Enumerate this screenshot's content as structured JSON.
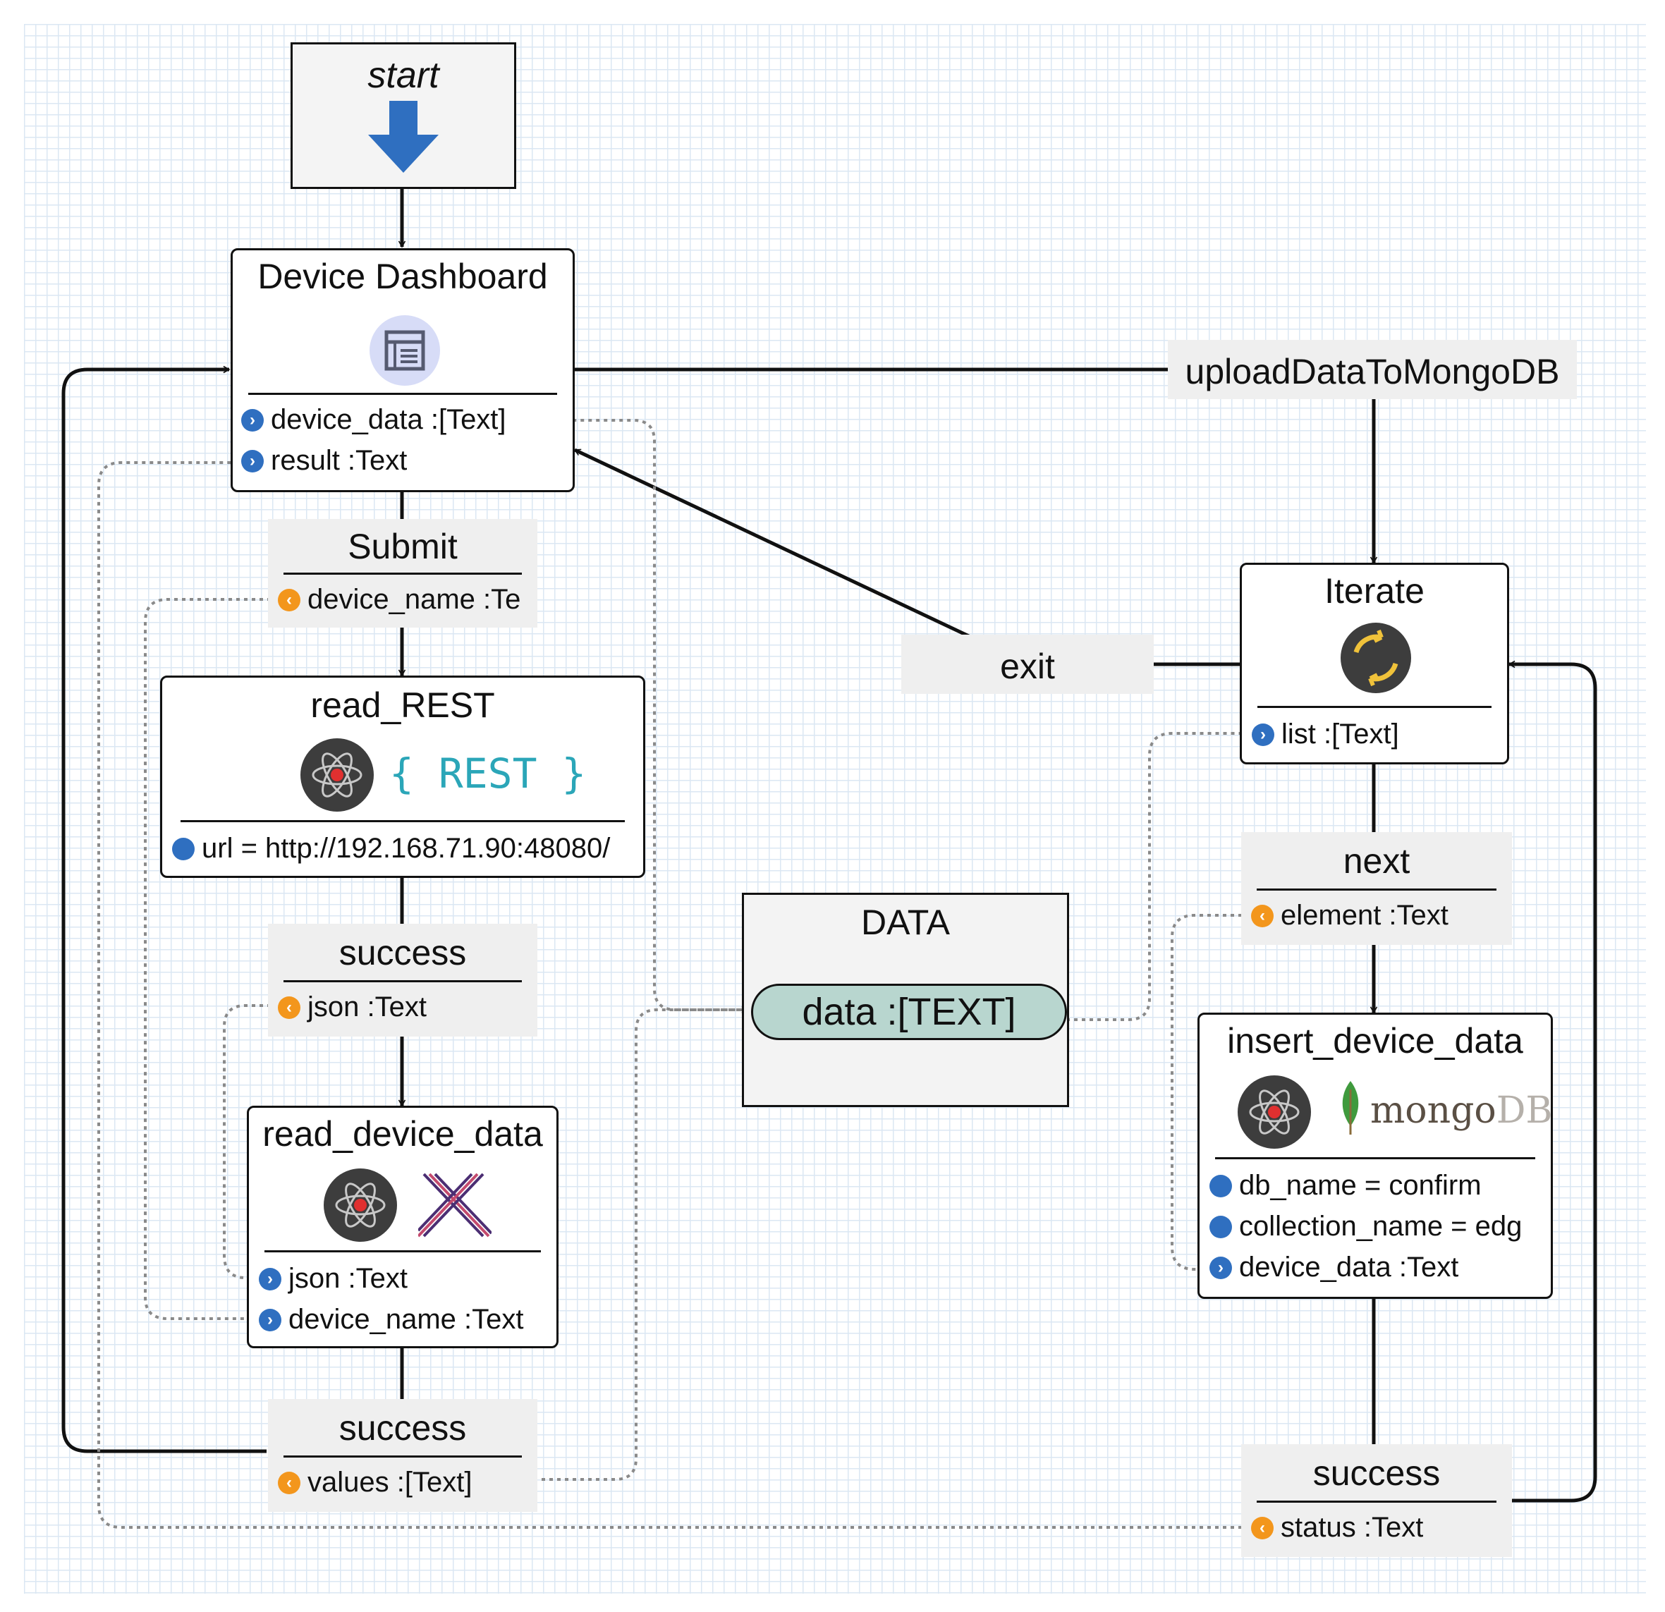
{
  "start": {
    "label": "start"
  },
  "nodes": {
    "device_dashboard": {
      "title": "Device Dashboard",
      "ports": [
        "device_data :[Text]",
        "result :Text"
      ]
    },
    "read_rest": {
      "title": "read_REST",
      "logo_text": "{ REST }",
      "props": [
        "url = http://192.168.71.90:48080/"
      ]
    },
    "read_device_data": {
      "title": "read_device_data",
      "ports": [
        "json :Text",
        "device_name :Text"
      ]
    },
    "iterate": {
      "title": "Iterate",
      "ports": [
        "list :[Text]"
      ]
    },
    "insert_device_data": {
      "title": "insert_device_data",
      "logo_text": "mongo",
      "logo_text_suffix": "DB",
      "props": [
        "db_name = confirm",
        "collection_name = edg"
      ],
      "ports": [
        "device_data :Text"
      ]
    }
  },
  "transitions": {
    "submit": {
      "label": "Submit",
      "output": "device_name :Te"
    },
    "rest_success": {
      "label": "success",
      "output": "json :Text"
    },
    "read_success": {
      "label": "success",
      "output": "values :[Text]"
    },
    "upload": {
      "label": "uploadDataToMongoDB"
    },
    "exit": {
      "label": "exit"
    },
    "next": {
      "label": "next",
      "output": "element :Text"
    },
    "insert_success": {
      "label": "success",
      "output": "status :Text"
    }
  },
  "data_store": {
    "title": "DATA",
    "variable": "data :[TEXT]"
  },
  "colors": {
    "grid": "#dbe7f3",
    "input_port": "#2f6fc0",
    "output_port": "#f3961c",
    "start_arrow": "#2f6fc0",
    "data_pill": "#b8d6cf",
    "transition_bg": "#efefef"
  }
}
